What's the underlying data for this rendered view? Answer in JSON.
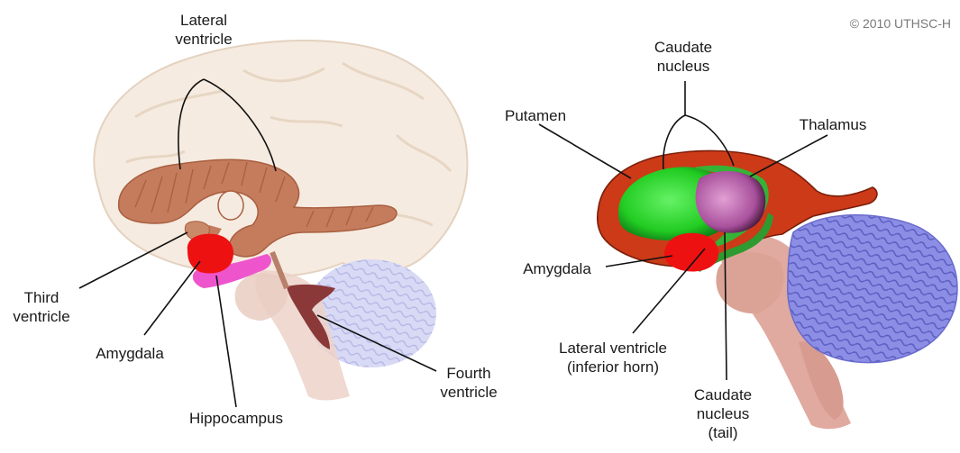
{
  "copyright": "© 2010 UTHSC-H",
  "left_panel": {
    "labels": {
      "lateral_ventricle": "Lateral\nventricle",
      "third_ventricle": "Third\nventricle",
      "amygdala": "Amygdala",
      "hippocampus": "Hippocampus",
      "fourth_ventricle": "Fourth\nventricle"
    }
  },
  "right_panel": {
    "labels": {
      "caudate_nucleus": "Caudate\nnucleus",
      "putamen": "Putamen",
      "thalamus": "Thalamus",
      "amygdala": "Amygdala",
      "lateral_ventricle_inferior": "Lateral ventricle\n(inferior horn)",
      "caudate_tail": "Caudate\nnucleus\n(tail)"
    }
  },
  "colors": {
    "brain": "#f6ebe0",
    "ventricle": "#c07a5a",
    "amygdala": "#ee1111",
    "hippocampus": "#ee55cc",
    "fourth_ventricle": "#8a3838",
    "cerebellum": "#8c8ee6",
    "brainstem": "#e2b8ac",
    "putamen": "#22dd22",
    "thalamus": "#c070b8",
    "caudate_shell": "#cc3a18"
  }
}
